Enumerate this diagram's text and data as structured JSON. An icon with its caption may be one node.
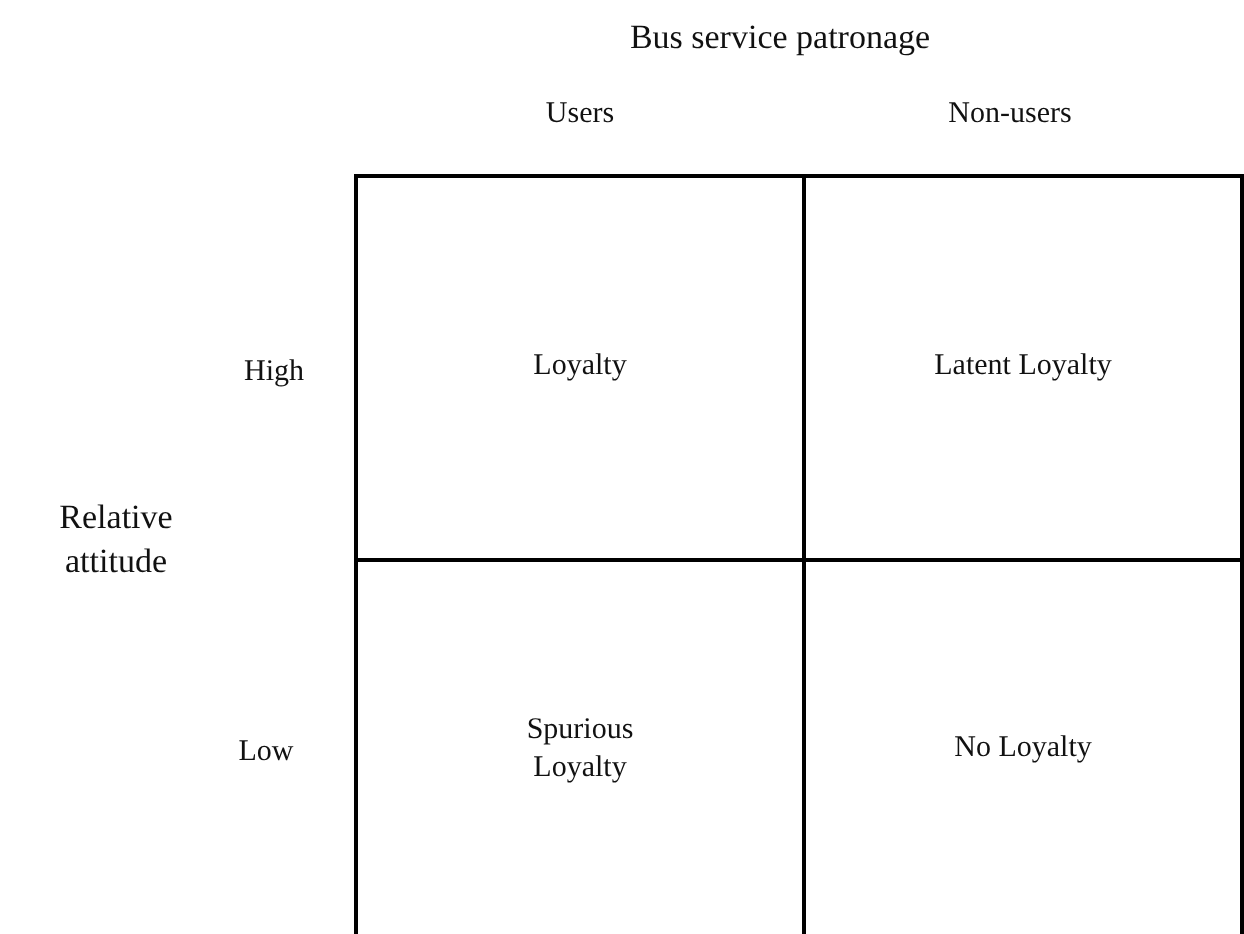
{
  "diagram": {
    "nodes": [
      {
        "text": [
          "Loyalty"
        ]
      },
      {
        "text": [
          "Latent Loyalty"
        ]
      },
      {
        "text": [
          "Spurious Loyalty"
        ]
      },
      {
        "text": [
          "No Loyalty"
        ]
      }
    ],
    "labels": [
      "Bus service patronage",
      "Users",
      "Non-users",
      "High",
      "Relative attitude",
      "Low"
    ]
  }
}
